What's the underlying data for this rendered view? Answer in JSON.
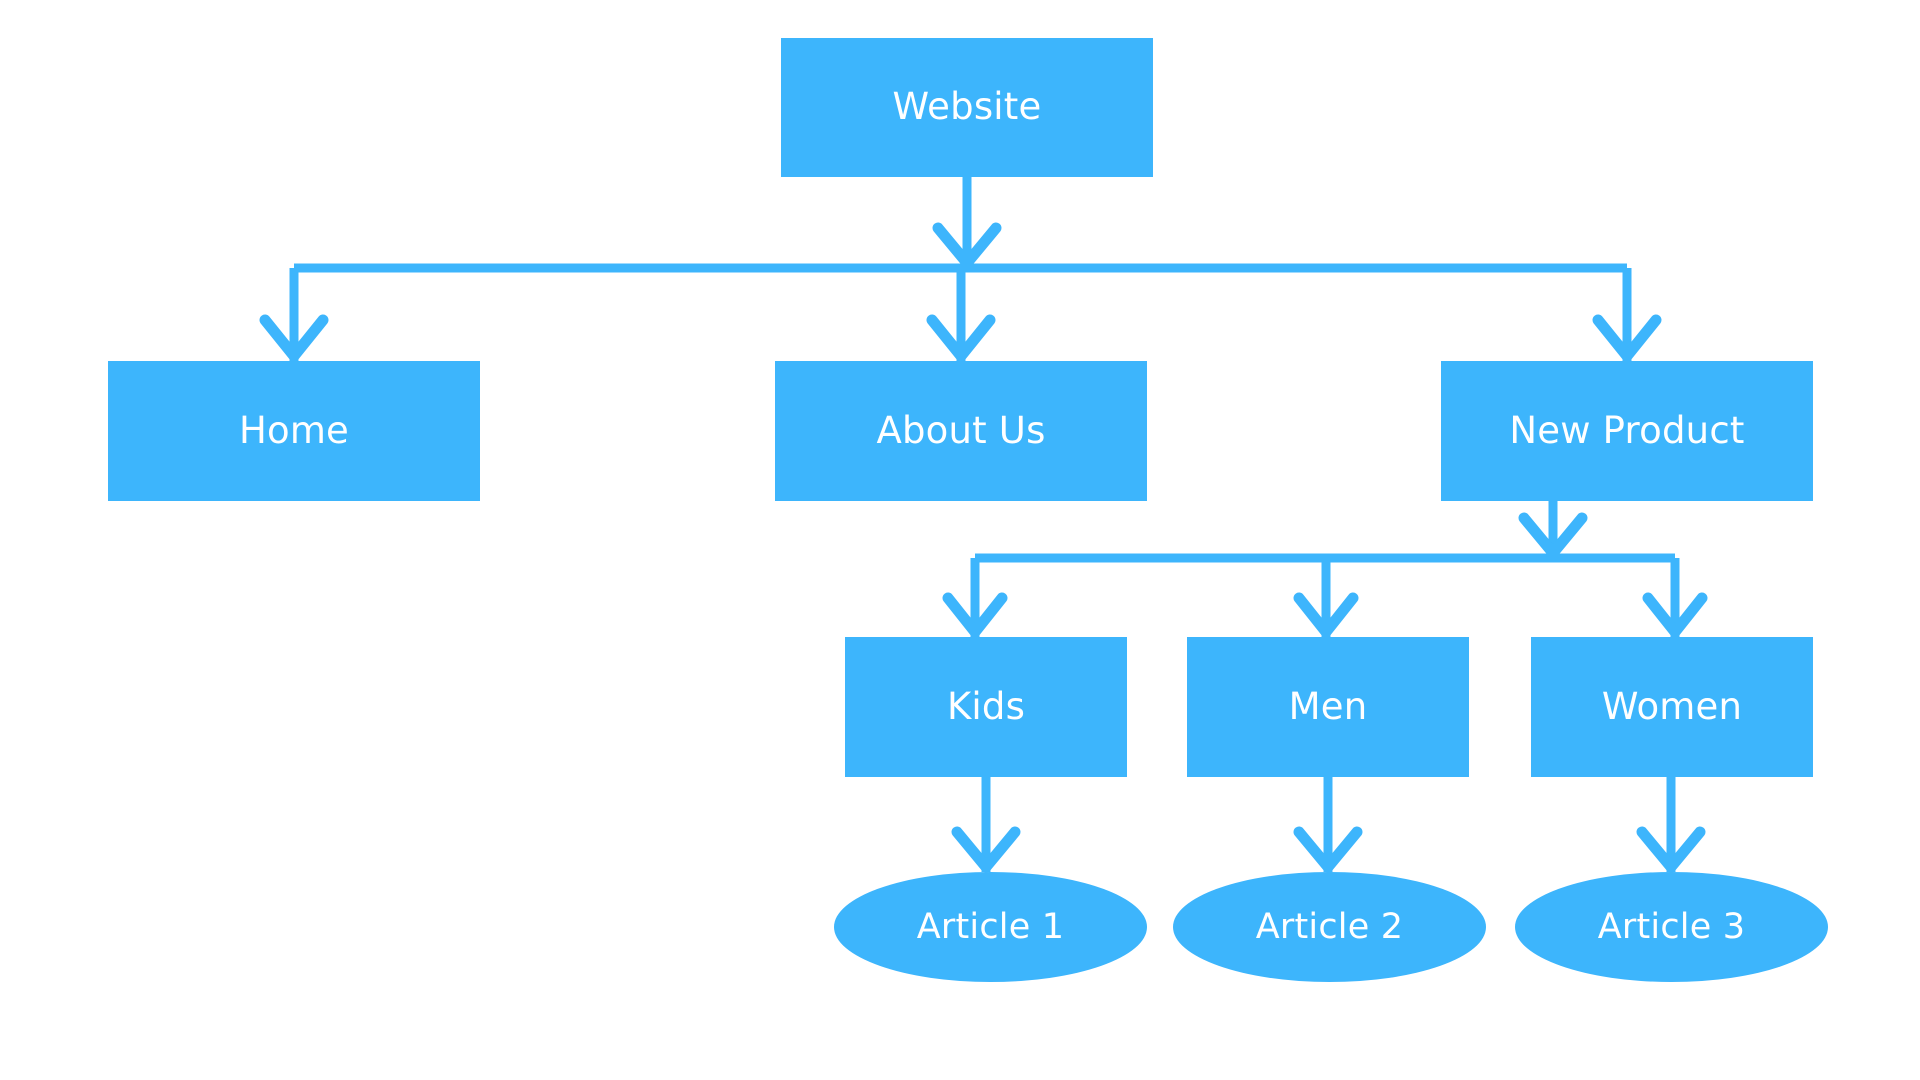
{
  "diagram": {
    "type": "site-map-flowchart",
    "title": "Website site map",
    "accent_color": "#3DB5FC",
    "background_color": "#FFFFFF",
    "label_color": "#FFFFFF",
    "nodes": [
      {
        "id": "website",
        "label": "Website",
        "shape": "rectangle",
        "level": 0
      },
      {
        "id": "home",
        "label": "Home",
        "shape": "rectangle",
        "level": 1
      },
      {
        "id": "about_us",
        "label": "About Us",
        "shape": "rectangle",
        "level": 1
      },
      {
        "id": "new_product",
        "label": "New Product",
        "shape": "rectangle",
        "level": 1
      },
      {
        "id": "kids",
        "label": "Kids",
        "shape": "rectangle",
        "level": 2
      },
      {
        "id": "men",
        "label": "Men",
        "shape": "rectangle",
        "level": 2
      },
      {
        "id": "women",
        "label": "Women",
        "shape": "rectangle",
        "level": 2
      },
      {
        "id": "article_1",
        "label": "Article 1",
        "shape": "ellipse",
        "level": 3
      },
      {
        "id": "article_2",
        "label": "Article 2",
        "shape": "ellipse",
        "level": 3
      },
      {
        "id": "article_3",
        "label": "Article 3",
        "shape": "ellipse",
        "level": 3
      }
    ],
    "edges": [
      {
        "from": "website",
        "to": "home",
        "style": "elbow-arrow"
      },
      {
        "from": "website",
        "to": "about_us",
        "style": "straight-arrow"
      },
      {
        "from": "website",
        "to": "new_product",
        "style": "elbow-arrow"
      },
      {
        "from": "new_product",
        "to": "kids",
        "style": "elbow-arrow"
      },
      {
        "from": "new_product",
        "to": "men",
        "style": "elbow-arrow"
      },
      {
        "from": "new_product",
        "to": "women",
        "style": "elbow-arrow"
      },
      {
        "from": "kids",
        "to": "article_1",
        "style": "straight-arrow"
      },
      {
        "from": "men",
        "to": "article_2",
        "style": "straight-arrow"
      },
      {
        "from": "women",
        "to": "article_3",
        "style": "straight-arrow"
      }
    ]
  }
}
